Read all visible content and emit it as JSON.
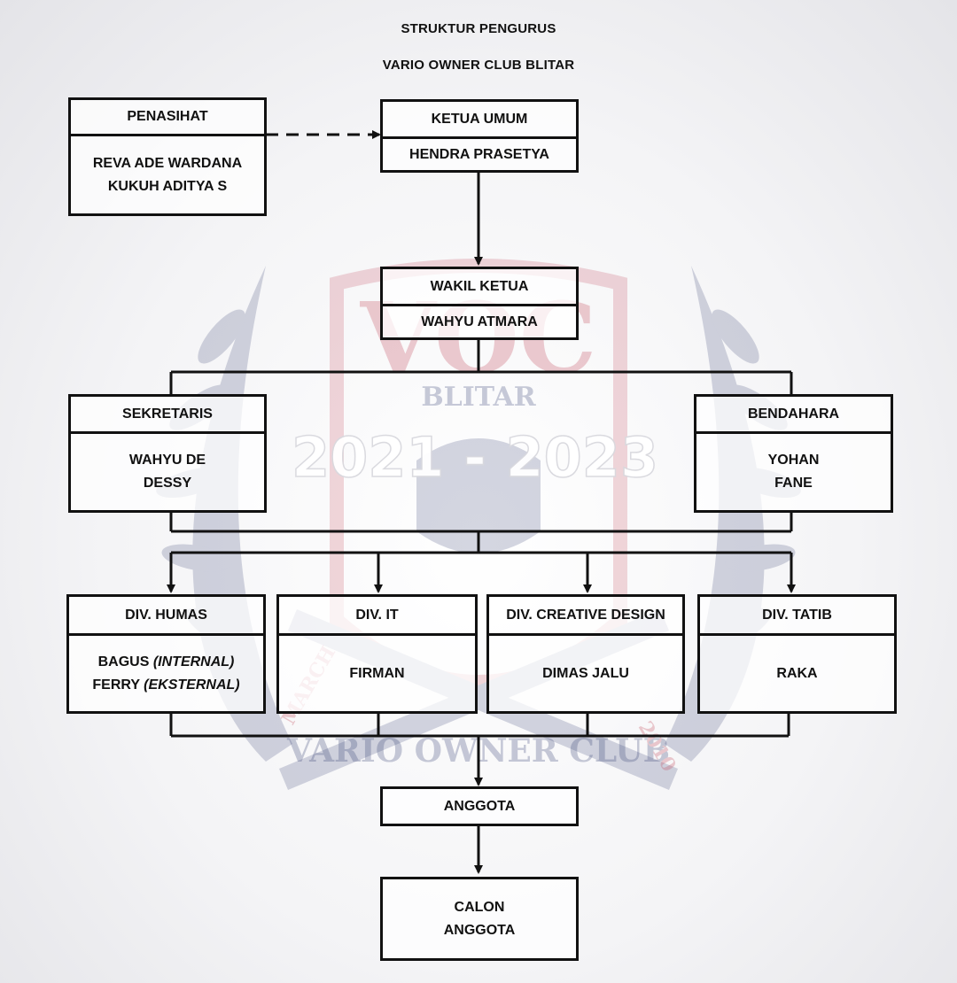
{
  "header": {
    "title": "STRUKTUR PENGURUS",
    "subtitle": "VARIO OWNER CLUB BLITAR"
  },
  "watermark": {
    "logo_letters": "VOC",
    "city": "BLITAR",
    "period": "2021 - 2023",
    "ribbon": "VARIO OWNER CLUB",
    "month": "MARCH",
    "year": "2010",
    "colors": {
      "red": "#c24a5a",
      "navy": "#3b4477"
    }
  },
  "nodes": {
    "penasihat": {
      "label": "PENASIHAT",
      "members": [
        "REVA ADE WARDANA",
        "KUKUH ADITYA S"
      ]
    },
    "ketua_umum": {
      "label": "KETUA UMUM",
      "members": [
        "HENDRA PRASETYA"
      ]
    },
    "wakil_ketua": {
      "label": "WAKIL KETUA",
      "members": [
        "WAHYU ATMARA"
      ]
    },
    "sekretaris": {
      "label": "SEKRETARIS",
      "members": [
        "WAHYU DE",
        "DESSY"
      ]
    },
    "bendahara": {
      "label": "BENDAHARA",
      "members": [
        "YOHAN",
        "FANE"
      ]
    },
    "div_humas": {
      "label": "DIV. HUMAS",
      "members": [
        {
          "name": "BAGUS",
          "role": "(INTERNAL)"
        },
        {
          "name": "FERRY",
          "role": "(EKSTERNAL)"
        }
      ]
    },
    "div_it": {
      "label": "DIV. IT",
      "members": [
        "FIRMAN"
      ]
    },
    "div_creative": {
      "label": "DIV. CREATIVE DESIGN",
      "members": [
        "DIMAS JALU"
      ]
    },
    "div_tatib": {
      "label": "DIV. TATIB",
      "members": [
        "RAKA"
      ]
    },
    "anggota": {
      "label": "ANGGOTA"
    },
    "calon_anggota": {
      "lines": [
        "CALON",
        "ANGGOTA"
      ]
    }
  }
}
